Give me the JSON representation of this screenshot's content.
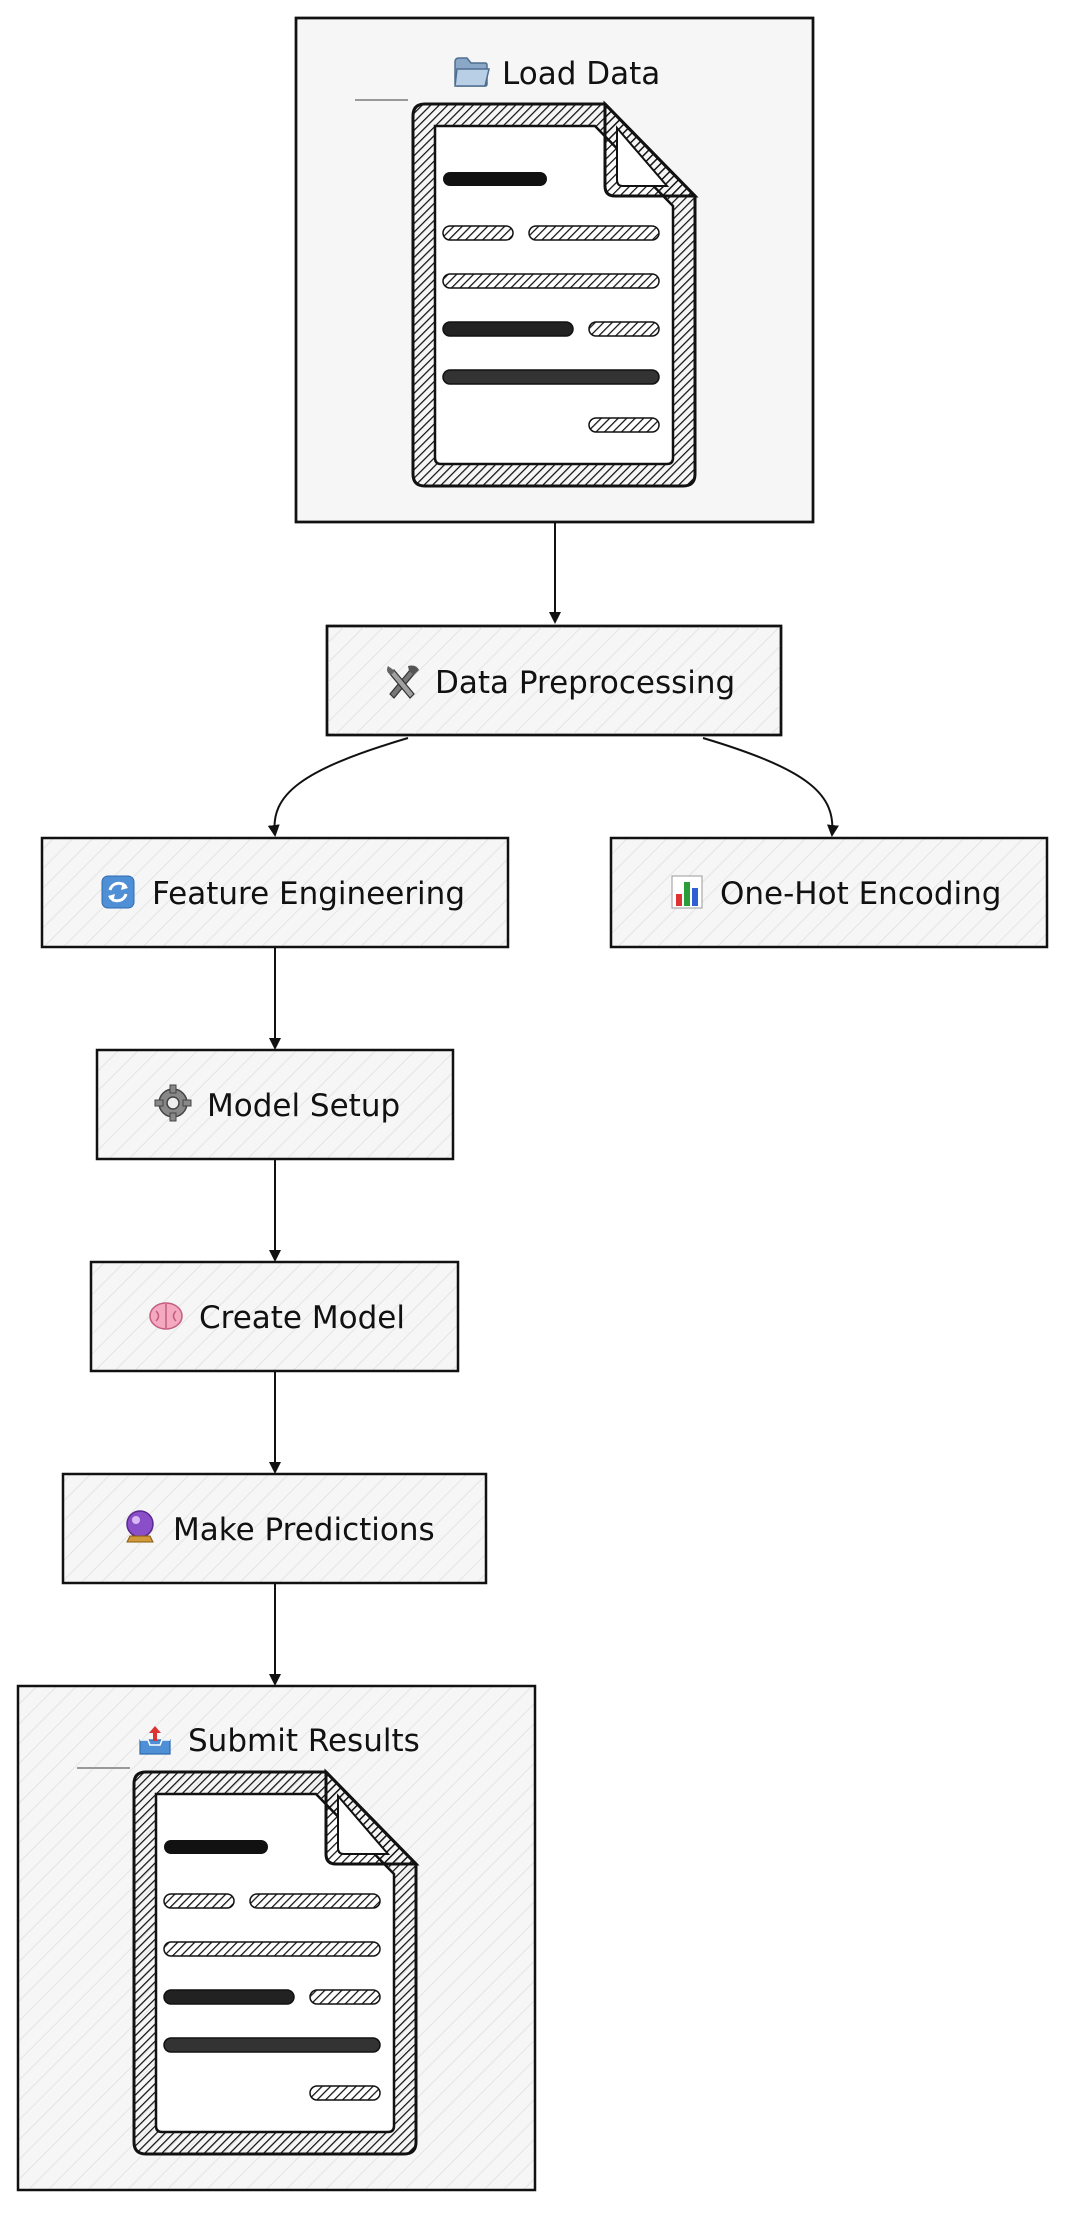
{
  "nodes": {
    "load_data": {
      "label": "Load Data",
      "icon": "folder-icon"
    },
    "data_preprocessing": {
      "label": "Data Preprocessing",
      "icon": "tools-icon"
    },
    "feature_engineering": {
      "label": "Feature Engineering",
      "icon": "cycle-icon"
    },
    "one_hot_encoding": {
      "label": "One-Hot Encoding",
      "icon": "bar-chart-icon"
    },
    "model_setup": {
      "label": "Model Setup",
      "icon": "gear-icon"
    },
    "create_model": {
      "label": "Create Model",
      "icon": "brain-icon"
    },
    "make_predictions": {
      "label": "Make Predictions",
      "icon": "crystal-ball-icon"
    },
    "submit_results": {
      "label": "Submit Results",
      "icon": "outbox-tray-icon"
    }
  },
  "edges": [
    [
      "load_data",
      "data_preprocessing"
    ],
    [
      "data_preprocessing",
      "feature_engineering"
    ],
    [
      "data_preprocessing",
      "one_hot_encoding"
    ],
    [
      "feature_engineering",
      "model_setup"
    ],
    [
      "model_setup",
      "create_model"
    ],
    [
      "create_model",
      "make_predictions"
    ],
    [
      "make_predictions",
      "submit_results"
    ]
  ],
  "colors": {
    "box_fill": "#f6f6f6",
    "stroke": "#111111",
    "background": "#ffffff"
  }
}
